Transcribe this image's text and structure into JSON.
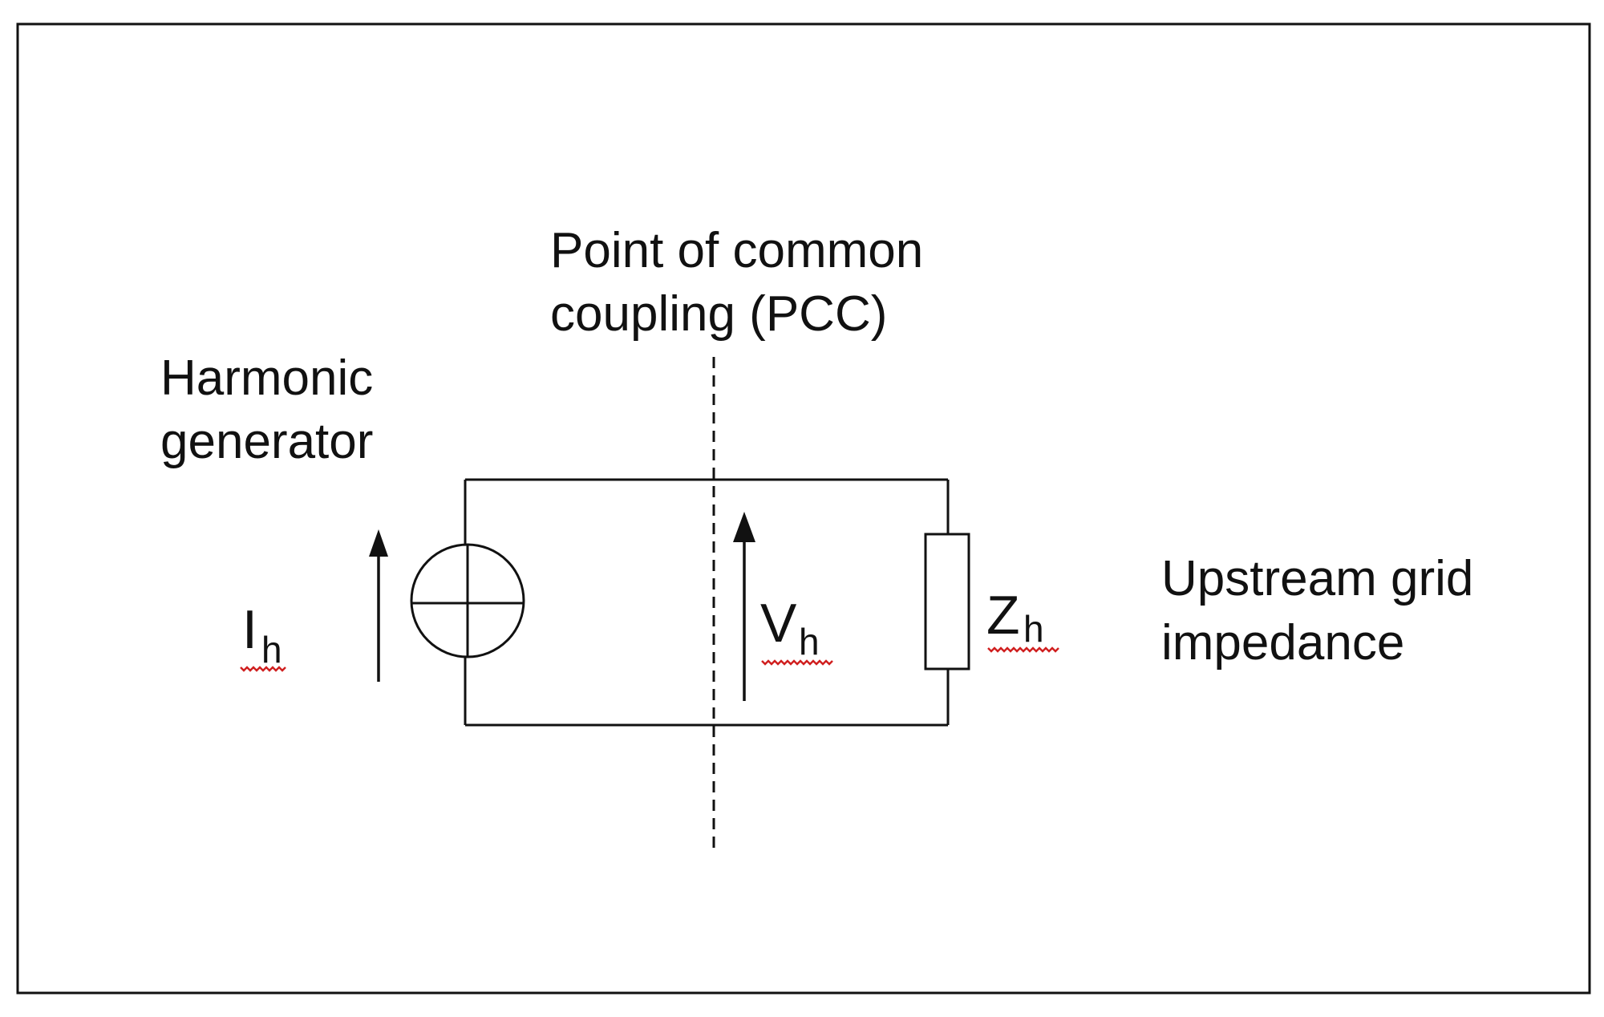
{
  "labels": {
    "pcc_line1": "Point of common",
    "pcc_line2": "coupling (PCC)",
    "generator_line1": "Harmonic",
    "generator_line2": "generator",
    "grid_line1": "Upstream grid",
    "grid_line2": "impedance"
  },
  "symbols": {
    "current": {
      "main": "I",
      "sub": "h"
    },
    "voltage": {
      "main": "V",
      "sub": "h"
    },
    "impedance": {
      "main": "Z",
      "sub": "h"
    }
  },
  "colors": {
    "line": "#111111",
    "spellcheck": "#d02020"
  }
}
